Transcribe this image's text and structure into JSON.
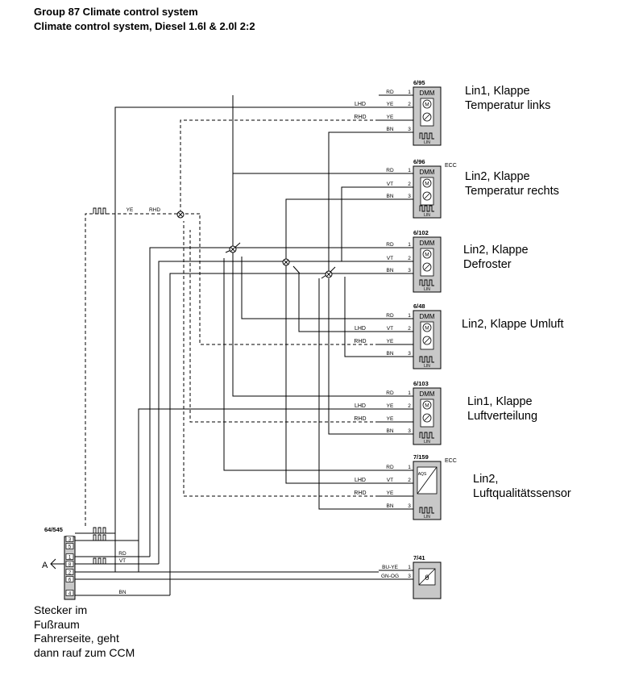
{
  "header": {
    "title": "Group 87 Climate control system",
    "subtitle": "Climate control system, Diesel 1.6l & 2.0l 2:2"
  },
  "modules": [
    {
      "id": "6/95",
      "type": "DMM",
      "ecc": "",
      "pins": [
        {
          "num": "1",
          "wire": "RD",
          "side": ""
        },
        {
          "num": "2",
          "wire": "YE",
          "side": "LHD"
        },
        {
          "num": "",
          "wire": "YE",
          "side": "RHD"
        },
        {
          "num": "3",
          "wire": "BN",
          "side": ""
        }
      ],
      "label": [
        "Lin1, Klappe",
        "Temperatur links"
      ]
    },
    {
      "id": "6/96",
      "type": "DMM",
      "ecc": "ECC",
      "pins": [
        {
          "num": "1",
          "wire": "RD",
          "side": ""
        },
        {
          "num": "2",
          "wire": "VT",
          "side": ""
        },
        {
          "num": "3",
          "wire": "BN",
          "side": ""
        }
      ],
      "label": [
        "Lin2, Klappe",
        "Temperatur rechts"
      ]
    },
    {
      "id": "6/102",
      "type": "DMM",
      "ecc": "",
      "pins": [
        {
          "num": "1",
          "wire": "RD",
          "side": ""
        },
        {
          "num": "2",
          "wire": "VT",
          "side": ""
        },
        {
          "num": "3",
          "wire": "BN",
          "side": ""
        }
      ],
      "label": [
        "Lin2, Klappe",
        "Defroster"
      ]
    },
    {
      "id": "6/48",
      "type": "DMM",
      "ecc": "",
      "pins": [
        {
          "num": "1",
          "wire": "RD",
          "side": ""
        },
        {
          "num": "2",
          "wire": "VT",
          "side": "LHD"
        },
        {
          "num": "",
          "wire": "YE",
          "side": "RHD"
        },
        {
          "num": "3",
          "wire": "BN",
          "side": ""
        }
      ],
      "label": [
        "Lin2, Klappe Umluft"
      ]
    },
    {
      "id": "6/103",
      "type": "DMM",
      "ecc": "",
      "pins": [
        {
          "num": "1",
          "wire": "RD",
          "side": ""
        },
        {
          "num": "2",
          "wire": "YE",
          "side": "LHD"
        },
        {
          "num": "",
          "wire": "YE",
          "side": "RHD"
        },
        {
          "num": "3",
          "wire": "BN",
          "side": ""
        }
      ],
      "label": [
        "Lin1, Klappe",
        "Luftverteilung"
      ]
    },
    {
      "id": "7/159",
      "type": "AQS",
      "ecc": "ECC",
      "pins": [
        {
          "num": "1",
          "wire": "RD",
          "side": ""
        },
        {
          "num": "2",
          "wire": "VT",
          "side": "LHD"
        },
        {
          "num": "",
          "wire": "YE",
          "side": "RHD"
        },
        {
          "num": "3",
          "wire": "BN",
          "side": ""
        }
      ],
      "label": [
        "Lin2,",
        "Luftqualitätssensor"
      ]
    },
    {
      "id": "7/41",
      "type": "SENSOR",
      "ecc": "",
      "pins": [
        {
          "num": "1",
          "wire": "BU-YE",
          "side": ""
        },
        {
          "num": "3",
          "wire": "GN-OG",
          "side": ""
        }
      ],
      "label": []
    }
  ],
  "lin_text": "LIN",
  "aqs_text": "AQS",
  "theta_text": "θ",
  "motor_text": "M",
  "connector": {
    "id": "64/545",
    "pins": [
      "3",
      "5",
      "1",
      "8",
      "2",
      "6",
      "4"
    ],
    "arrow_label": "A",
    "wires": {
      "ye": "YE",
      "rhd": "RHD",
      "rd": "RD",
      "vt": "VT",
      "bn": "BN"
    }
  },
  "caption": [
    "Stecker im",
    "Fußraum",
    "Fahrerseite, geht",
    "dann rauf zum CCM"
  ]
}
